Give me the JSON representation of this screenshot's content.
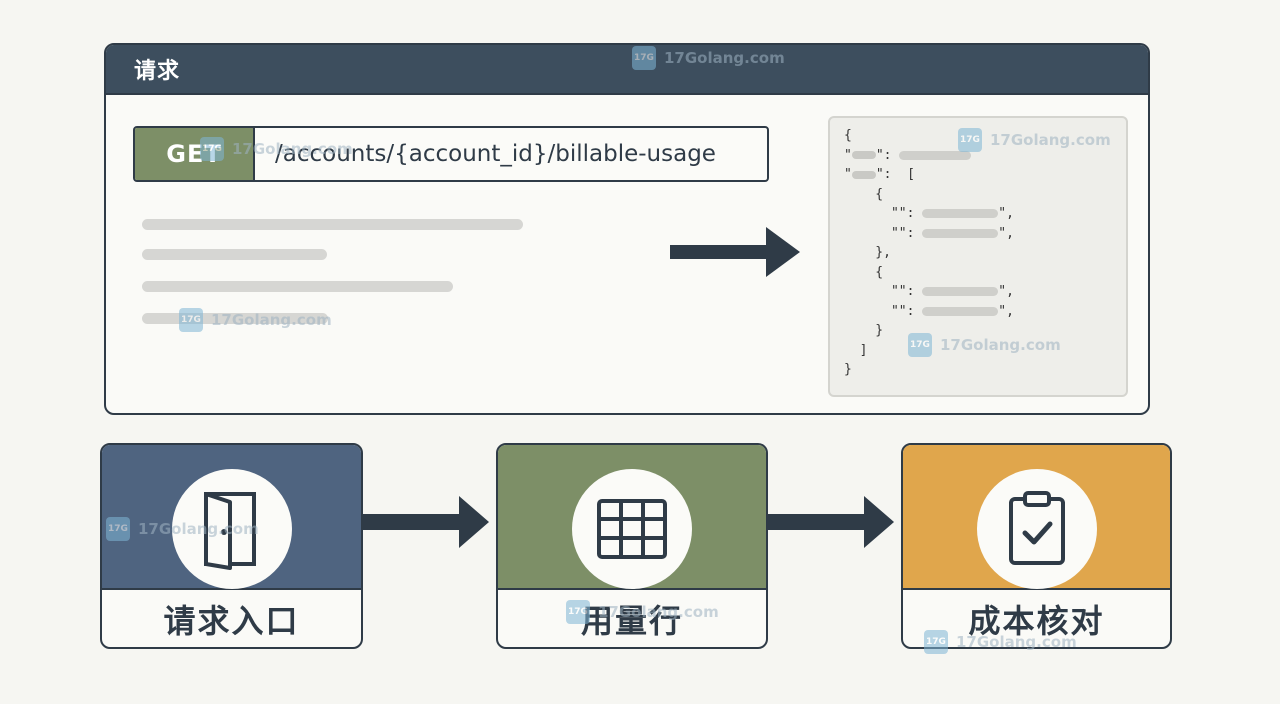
{
  "request": {
    "title": "请求",
    "method": "GET",
    "path": "/accounts/{account_id}/billable-usage"
  },
  "json_preview": {
    "lines": [
      "{",
      "\"",
      "\"",
      "{",
      "\"\":",
      "\"\":",
      "},",
      "{",
      "\"\":",
      "\"\":",
      "}",
      "]",
      "}"
    ]
  },
  "steps": [
    {
      "label": "请求入口",
      "icon": "door-icon",
      "color": "#4f6480"
    },
    {
      "label": "用量行",
      "icon": "table-grid-icon",
      "color": "#7d8f67"
    },
    {
      "label": "成本核对",
      "icon": "clipboard-check-icon",
      "color": "#e0a64c"
    }
  ],
  "watermark": {
    "text": "17Golang.com",
    "logo": "17G"
  },
  "colors": {
    "ink": "#2f3b47",
    "header": "#3d4e5e",
    "get": "#7d8f67"
  }
}
